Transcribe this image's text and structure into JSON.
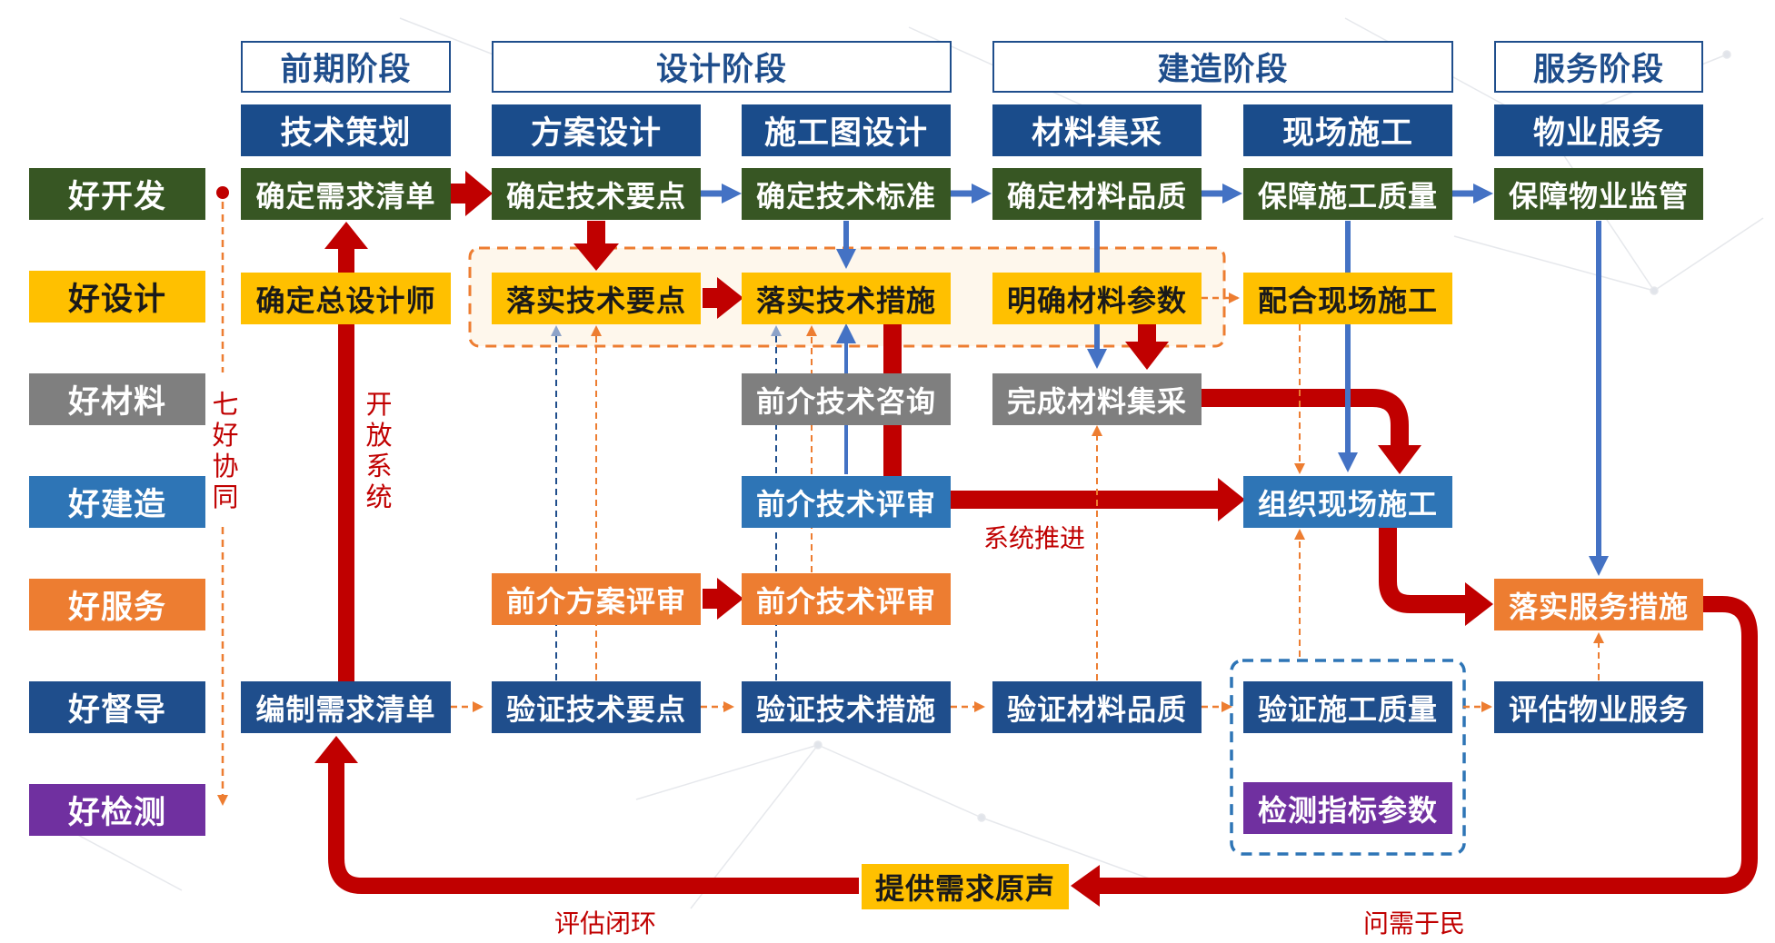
{
  "phases": {
    "early": "前期阶段",
    "design": "设计阶段",
    "construction": "建造阶段",
    "service": "服务阶段"
  },
  "stages": {
    "tech_planning": "技术策划",
    "scheme_design": "方案设计",
    "construction_drawing": "施工图设计",
    "material_procurement": "材料集采",
    "site_construction": "现场施工",
    "property_service": "物业服务"
  },
  "rows": {
    "dev": "好开发",
    "design": "好设计",
    "material": "好材料",
    "build": "好建造",
    "service": "好服务",
    "supervise": "好督导",
    "test": "好检测"
  },
  "nodes": {
    "confirm_requirement_list": "确定需求清单",
    "confirm_tech_points": "确定技术要点",
    "confirm_tech_standard": "确定技术标准",
    "confirm_material_quality": "确定材料品质",
    "ensure_construction_quality": "保障施工质量",
    "ensure_property_supervision": "保障物业监管",
    "confirm_chief_designer": "确定总设计师",
    "implement_tech_points": "落实技术要点",
    "implement_tech_measures": "落实技术措施",
    "clarify_material_params": "明确材料参数",
    "cooperate_site_construction": "配合现场施工",
    "pre_tech_consult": "前介技术咨询",
    "complete_material_procurement": "完成材料集采",
    "pre_tech_review_build": "前介技术评审",
    "organize_site_construction": "组织现场施工",
    "pre_scheme_review": "前介方案评审",
    "pre_tech_review_service": "前介技术评审",
    "implement_service_measures": "落实服务措施",
    "compile_requirement_list": "编制需求清单",
    "verify_tech_points": "验证技术要点",
    "verify_tech_measures": "验证技术措施",
    "verify_material_quality": "验证材料品质",
    "verify_construction_quality": "验证施工质量",
    "evaluate_property_service": "评估物业服务",
    "test_indicator_params": "检测指标参数",
    "provide_demand_voice": "提供需求原声"
  },
  "labels": {
    "seven_good_synergy": "七好协同",
    "open_system": "开放系统",
    "system_advance": "系统推进",
    "evaluation_closed_loop": "评估闭环",
    "ask_needs_of_people": "问需于民"
  },
  "colors": {
    "navy": "#1f4e8c",
    "green": "#375623",
    "yellow": "#ffc000",
    "gray": "#7f7f7f",
    "steel_blue": "#2e75b6",
    "orange": "#ed7d31",
    "purple": "#7030a0",
    "red_arrow": "#c00000",
    "blue_arrow": "#4472c4"
  }
}
